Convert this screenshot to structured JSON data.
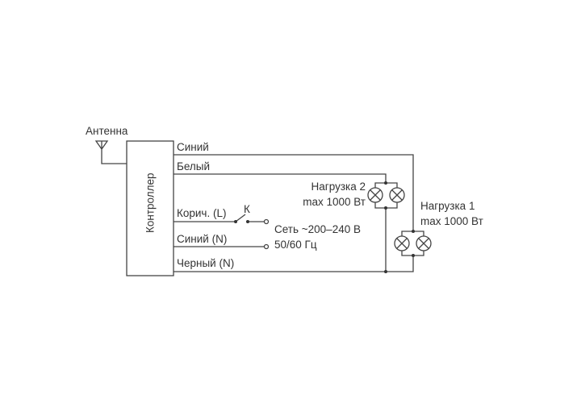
{
  "antenna_label": "Антенна",
  "controller_label": "Контроллер",
  "wires": {
    "blue": "Синий",
    "white": "Белый",
    "brown": "Корич. (L)",
    "switch": "К",
    "blue_n": "Синий (N)",
    "black": "Черный  (N)"
  },
  "mains": {
    "line1": "Сеть ~200–240 В",
    "line2": "50/60 Гц"
  },
  "load2": {
    "name": "Нагрузка 2",
    "max": "max 1000 Вт"
  },
  "load1": {
    "name": "Нагрузка 1",
    "max": "max 1000 Вт"
  }
}
